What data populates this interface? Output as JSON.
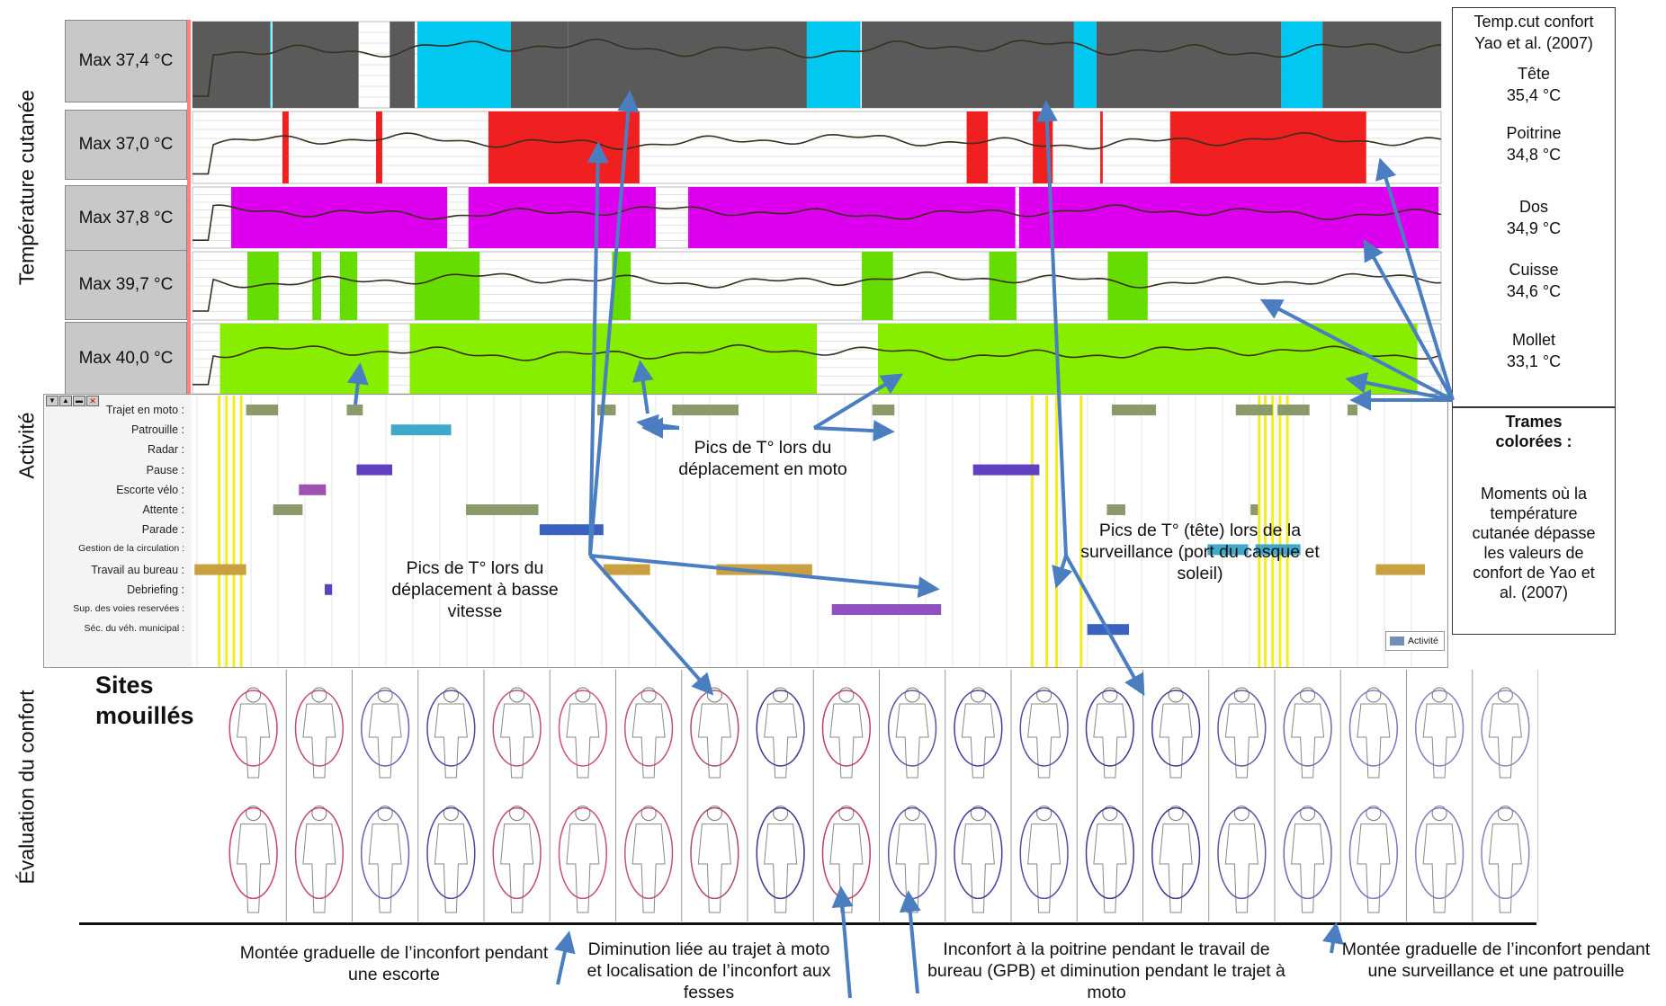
{
  "axes": {
    "temperature_label": "Température cutanée",
    "activity_label": "Activité",
    "comfort_label": "Évaluation du confort"
  },
  "max_labels": [
    "Max 37,4 °C",
    "Max 37,0 °C",
    "Max 37,8 °C",
    "Max 39,7 °C",
    "Max 40,0 °C"
  ],
  "legend": {
    "title": "Temp.cut confort",
    "author_line": "Yao et al. (2007)",
    "sites": [
      {
        "name": "Tête",
        "value": "35,4 °C"
      },
      {
        "name": "Poitrine",
        "value": "34,8 °C"
      },
      {
        "name": "Dos",
        "value": "34,9 °C"
      },
      {
        "name": "Cuisse",
        "value": "34,6 °C"
      },
      {
        "name": "Mollet",
        "value": "33,1 °C"
      }
    ],
    "trames_title": "Trames colorées :",
    "trames_text": "Moments où la température cutanée dépasse les valeurs de confort de Yao et al. (2007)"
  },
  "activities": [
    "Trajet en moto :",
    "Patrouille :",
    "Radar :",
    "Pause :",
    "Escorte vélo :",
    "Attente :",
    "Parade :",
    "Gestion de la circulation :",
    "Travail au bureau :",
    "Debriefing :",
    "Sup. des voies reservées :",
    "Séc. du véh. municipal :"
  ],
  "activity_legend": "Activité",
  "sites_title": "Sites mouillés",
  "annotations": {
    "pics_moto": "Pics de T° lors du déplacement en moto",
    "pics_basse": "Pics de T° lors du déplacement à basse vitesse",
    "pics_tete": "Pics de T° (tête) lors de la surveillance (port du casque et soleil)",
    "montee_escorte": "Montée graduelle de l’inconfort pendant une escorte",
    "diminution_moto": "Diminution liée au trajet à moto et localisation de l’inconfort aux fesses",
    "inconfort_poitrine": "Inconfort à la poitrine pendant le travail de bureau (GPB) et diminution pendant le trajet à moto",
    "montee_surveillance": "Montée graduelle de l’inconfort pendant une surveillance et une patrouille"
  },
  "colors": {
    "head_band": "#00c8f0",
    "head_bg": "#5a5a5a",
    "chest_band": "#f02020",
    "back_band": "#dd00ee",
    "thigh_band": "#66dd00",
    "calf_band": "#88ee00",
    "moto": "#8a9a6a",
    "patrouille": "#40a8c8",
    "pause": "#6040c0",
    "escorte": "#a050b0",
    "attente": "#8a9a6a",
    "parade": "#3a60c0",
    "bureau": "#c8a040",
    "sup_voies": "#9050c0",
    "gestion": "#40a8c8",
    "arrow": "#4a7ec0"
  },
  "chart_data": {
    "type": "area",
    "x_domain": [
      0,
      1
    ],
    "series": [
      {
        "name": "Tête",
        "bands": [
          [
            0.0,
            0.062
          ],
          [
            0.062,
            0.063
          ],
          [
            0.064,
            0.133
          ],
          [
            0.158,
            0.178
          ],
          [
            0.18,
            0.255
          ],
          [
            0.255,
            0.301
          ],
          [
            0.301,
            0.492
          ],
          [
            0.492,
            0.535
          ],
          [
            0.536,
            0.706
          ],
          [
            0.706,
            0.724
          ],
          [
            0.724,
            0.872
          ],
          [
            0.872,
            0.905
          ],
          [
            0.905,
            1.0
          ]
        ],
        "band_colors": [
          "bg",
          "band",
          "bg",
          "bg",
          "band",
          "bg",
          "bg",
          "band",
          "bg",
          "band",
          "bg",
          "band",
          "bg"
        ]
      },
      {
        "name": "Poitrine",
        "bands": [
          [
            0.072,
            0.077
          ],
          [
            0.147,
            0.152
          ],
          [
            0.237,
            0.358
          ],
          [
            0.62,
            0.637
          ],
          [
            0.673,
            0.689
          ],
          [
            0.727,
            0.729
          ],
          [
            0.783,
            0.94
          ]
        ]
      },
      {
        "name": "Dos",
        "bands": [
          [
            0.031,
            0.204
          ],
          [
            0.221,
            0.371
          ],
          [
            0.397,
            0.659
          ],
          [
            0.662,
            0.998
          ]
        ]
      },
      {
        "name": "Cuisse",
        "bands": [
          [
            0.044,
            0.069
          ],
          [
            0.096,
            0.103
          ],
          [
            0.118,
            0.132
          ],
          [
            0.178,
            0.23
          ],
          [
            0.336,
            0.351
          ],
          [
            0.536,
            0.561
          ],
          [
            0.638,
            0.66
          ],
          [
            0.733,
            0.765
          ]
        ]
      },
      {
        "name": "Mollet",
        "bands": [
          [
            0.022,
            0.157
          ],
          [
            0.174,
            0.5
          ],
          [
            0.549,
            0.981
          ]
        ]
      }
    ],
    "activity_bars": [
      {
        "row": 0,
        "x": [
          [
            0.04,
            0.066
          ],
          [
            0.122,
            0.135
          ],
          [
            0.326,
            0.341
          ],
          [
            0.387,
            0.441
          ],
          [
            0.55,
            0.568
          ],
          [
            0.745,
            0.781
          ],
          [
            0.846,
            0.876
          ],
          [
            0.88,
            0.906
          ],
          [
            0.937,
            0.945
          ]
        ]
      },
      {
        "row": 1,
        "x": [
          [
            0.158,
            0.207
          ]
        ]
      },
      {
        "row": 3,
        "x": [
          [
            0.13,
            0.159
          ],
          [
            0.632,
            0.686
          ]
        ]
      },
      {
        "row": 4,
        "x": [
          [
            0.083,
            0.105
          ]
        ]
      },
      {
        "row": 5,
        "x": [
          [
            0.062,
            0.086
          ],
          [
            0.219,
            0.278
          ],
          [
            0.741,
            0.756
          ],
          [
            0.858,
            0.864
          ]
        ]
      },
      {
        "row": 6,
        "x": [
          [
            0.279,
            0.331
          ]
        ]
      },
      {
        "row": 7,
        "x": [
          [
            0.823,
            0.856
          ]
        ]
      },
      {
        "row": 8,
        "x": [
          [
            -0.002,
            0.04
          ],
          [
            0.331,
            0.369
          ],
          [
            0.423,
            0.501
          ],
          [
            0.96,
            1.0
          ]
        ]
      },
      {
        "row": 9,
        "x": [
          [
            0.104,
            0.11
          ]
        ]
      },
      {
        "row": 10,
        "x": [
          [
            0.517,
            0.606
          ]
        ]
      },
      {
        "row": 11,
        "x": [
          [
            0.725,
            0.759
          ]
        ]
      }
    ]
  }
}
